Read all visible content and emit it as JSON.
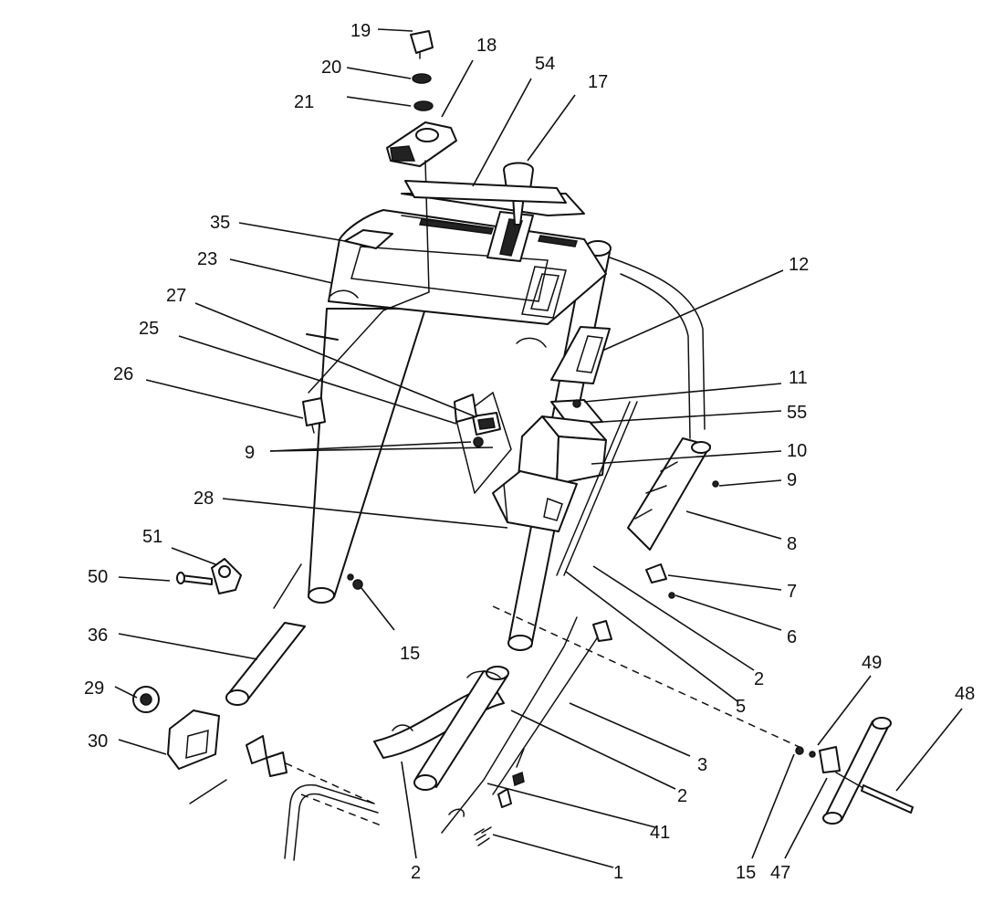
{
  "callouts": [
    {
      "id": "c19",
      "text": "19"
    },
    {
      "id": "c18",
      "text": "18"
    },
    {
      "id": "c54",
      "text": "54"
    },
    {
      "id": "c17",
      "text": "17"
    },
    {
      "id": "c20",
      "text": "20"
    },
    {
      "id": "c21",
      "text": "21"
    },
    {
      "id": "c35",
      "text": "35"
    },
    {
      "id": "c23",
      "text": "23"
    },
    {
      "id": "c12",
      "text": "12"
    },
    {
      "id": "c27",
      "text": "27"
    },
    {
      "id": "c25",
      "text": "25"
    },
    {
      "id": "c26",
      "text": "26"
    },
    {
      "id": "c11",
      "text": "11"
    },
    {
      "id": "c55",
      "text": "55"
    },
    {
      "id": "c9a",
      "text": "9"
    },
    {
      "id": "c10",
      "text": "10"
    },
    {
      "id": "c9b",
      "text": "9"
    },
    {
      "id": "c28",
      "text": "28"
    },
    {
      "id": "c8",
      "text": "8"
    },
    {
      "id": "c51",
      "text": "51"
    },
    {
      "id": "c50",
      "text": "50"
    },
    {
      "id": "c7",
      "text": "7"
    },
    {
      "id": "c6",
      "text": "6"
    },
    {
      "id": "c15a",
      "text": "15"
    },
    {
      "id": "c36",
      "text": "36"
    },
    {
      "id": "c2a",
      "text": "2"
    },
    {
      "id": "c5",
      "text": "5"
    },
    {
      "id": "c49",
      "text": "49"
    },
    {
      "id": "c48",
      "text": "48"
    },
    {
      "id": "c29",
      "text": "29"
    },
    {
      "id": "c3",
      "text": "3"
    },
    {
      "id": "c30",
      "text": "30"
    },
    {
      "id": "c2b",
      "text": "2"
    },
    {
      "id": "c41",
      "text": "41"
    },
    {
      "id": "c2c",
      "text": "2"
    },
    {
      "id": "c1",
      "text": "1"
    },
    {
      "id": "c15b",
      "text": "15"
    },
    {
      "id": "c47",
      "text": "47"
    }
  ]
}
